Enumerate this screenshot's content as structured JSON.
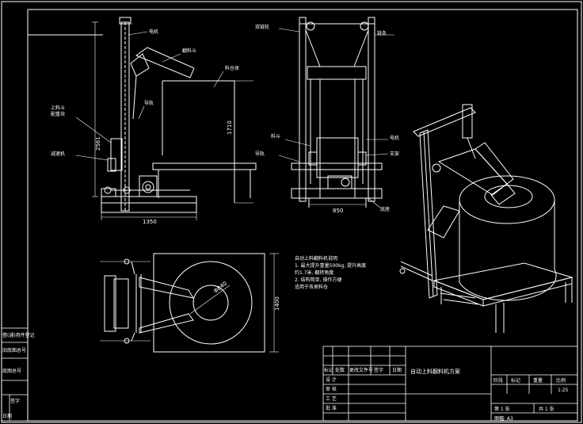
{
  "dimensions": {
    "front_height_total": "2561",
    "front_height_bin": "1710",
    "front_width": "1350",
    "side_width": "850",
    "plan_size": "1400",
    "plan_diameter": "Φ840"
  },
  "front_labels": [
    "电机",
    "翻料斗",
    "料仓体",
    "上料斗",
    "导轨",
    "配重块",
    "减速机"
  ],
  "side_labels": [
    "双链轮",
    "链条",
    "料斗",
    "电机",
    "导轨",
    "支架",
    "底座"
  ],
  "notes": {
    "title": "自动上料翻料机说明",
    "lines": [
      "1. 最大提升重量500kg, 提升高度",
      "约1.7米, 翻转角度",
      "2. 结构简单, 操作方便",
      "适用于各类料仓"
    ]
  },
  "title_block": {
    "drawing_title": "自动上料翻料机方案",
    "scale": "1:25",
    "sheet": "第 1 张",
    "total_sheets": "共 1 张",
    "paper_size": "图幅: A3",
    "row_labels": [
      "标记",
      "处数",
      "更改文件号",
      "签字",
      "日期"
    ],
    "sign_rows": [
      "设 计",
      "审 核",
      "工 艺",
      "批 准"
    ],
    "right_headers": [
      "阶段",
      "标记",
      "重量",
      "比例"
    ]
  },
  "left_strip": [
    "借(通)用件登记",
    "旧底图总号",
    "底图总号",
    "签字",
    "日期"
  ]
}
